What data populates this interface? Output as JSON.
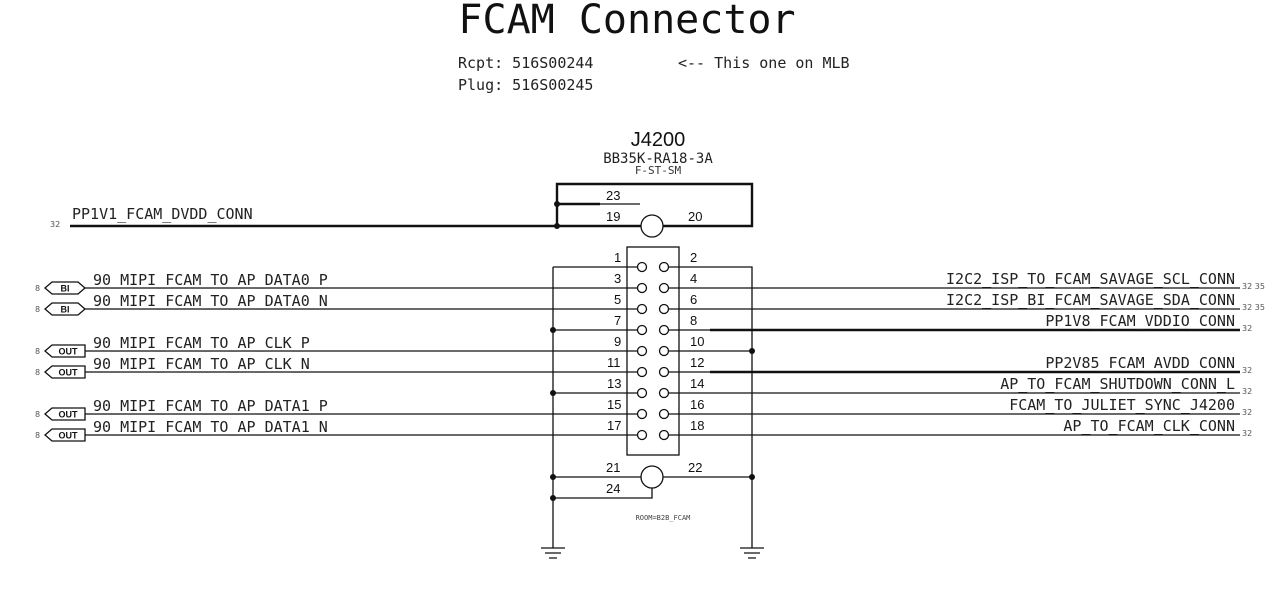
{
  "title": "FCAM Connector",
  "notes": {
    "rcpt": "Rcpt: 516S00244",
    "plug": "Plug: 516S00245",
    "mlb": "<-- This one on MLB"
  },
  "connector": {
    "refdes": "J4200",
    "part": "BB35K-RA18-3A",
    "variant": "F-ST-SM",
    "room": "ROOM=B2B_FCAM",
    "pins": {
      "p1": "1",
      "p2": "2",
      "p3": "3",
      "p4": "4",
      "p5": "5",
      "p6": "6",
      "p7": "7",
      "p8": "8",
      "p9": "9",
      "p10": "10",
      "p11": "11",
      "p12": "12",
      "p13": "13",
      "p14": "14",
      "p15": "15",
      "p16": "16",
      "p17": "17",
      "p18": "18",
      "p19": "19",
      "p20": "20",
      "p21": "21",
      "p22": "22",
      "p23": "23",
      "p24": "24"
    }
  },
  "left_nets": {
    "dvdd": {
      "name": "PP1V1_FCAM_DVDD_CONN",
      "page": "32"
    },
    "data0p": {
      "name": "90_MIPI_FCAM_TO_AP_DATA0_P",
      "page": "8",
      "flag": "BI"
    },
    "data0n": {
      "name": "90_MIPI_FCAM_TO_AP_DATA0_N",
      "page": "8",
      "flag": "BI"
    },
    "clkp": {
      "name": "90_MIPI_FCAM_TO_AP_CLK_P",
      "page": "8",
      "flag": "OUT"
    },
    "clkn": {
      "name": "90_MIPI_FCAM_TO_AP_CLK_N",
      "page": "8",
      "flag": "OUT"
    },
    "data1p": {
      "name": "90_MIPI_FCAM_TO_AP_DATA1_P",
      "page": "8",
      "flag": "OUT"
    },
    "data1n": {
      "name": "90_MIPI_FCAM_TO_AP_DATA1_N",
      "page": "8",
      "flag": "OUT"
    }
  },
  "right_nets": {
    "scl": {
      "name": "I2C2_ISP_TO_FCAM_SAVAGE_SCL_CONN",
      "pages": "32 35"
    },
    "sda": {
      "name": "I2C2_ISP_BI_FCAM_SAVAGE_SDA_CONN",
      "pages": "32 35"
    },
    "vddio": {
      "name": "PP1V8_FCAM_VDDIO_CONN",
      "pages": "32"
    },
    "avdd": {
      "name": "PP2V85_FCAM_AVDD_CONN",
      "pages": "32"
    },
    "shdn": {
      "name": "AP_TO_FCAM_SHUTDOWN_CONN_L",
      "pages": "32"
    },
    "sync": {
      "name": "FCAM_TO_JULIET_SYNC_J4200",
      "pages": "32"
    },
    "clk": {
      "name": "AP_TO_FCAM_CLK_CONN",
      "pages": "32"
    }
  }
}
